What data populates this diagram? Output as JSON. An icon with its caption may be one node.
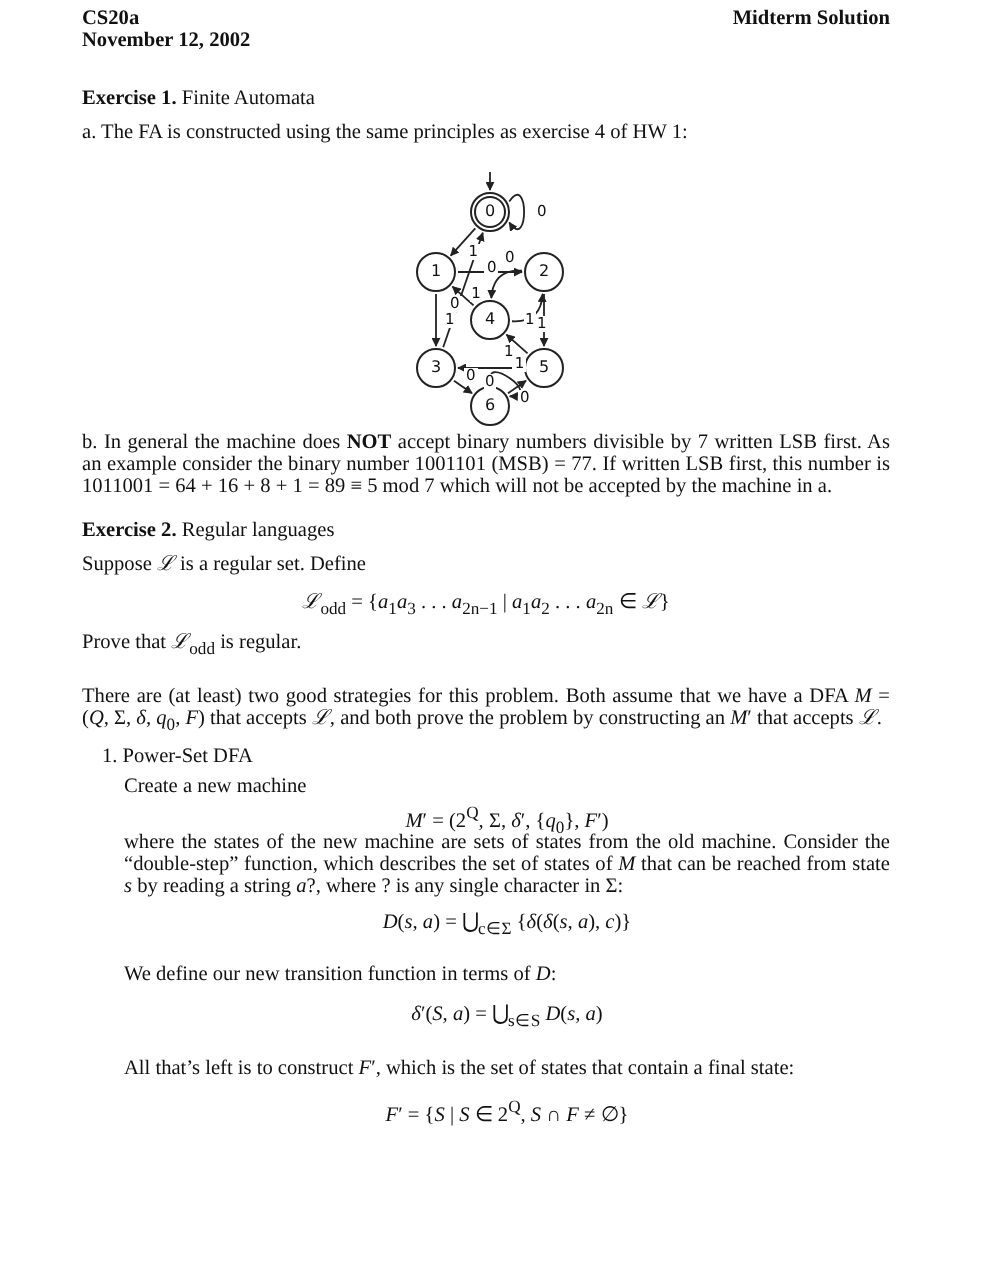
{
  "diagram": {
    "nodes": [
      {
        "text": [
          "0"
        ]
      },
      {
        "text": [
          "1"
        ]
      },
      {
        "text": [
          "2"
        ]
      },
      {
        "text": [
          "4"
        ]
      },
      {
        "text": [
          "3"
        ]
      },
      {
        "text": [
          "5"
        ]
      },
      {
        "text": [
          "6"
        ]
      }
    ],
    "edges": [
      {
        "from": null,
        "to": 0,
        "arrow": "to"
      },
      {
        "from": 0,
        "to": 0,
        "arrow": "to",
        "label": "0"
      },
      {
        "from": 0,
        "to": 1,
        "arrow": "to",
        "label": "1"
      },
      {
        "from": 1,
        "to": 2,
        "arrow": "to",
        "label": "0"
      },
      {
        "from": 1,
        "to": 4,
        "arrow": "to",
        "label": "1"
      },
      {
        "from": 2,
        "to": 3,
        "arrow": "to",
        "label": "0"
      },
      {
        "from": 2,
        "to": 5,
        "arrow": "to",
        "label": "1"
      },
      {
        "from": 4,
        "to": 6,
        "arrow": "to",
        "label": "0"
      },
      {
        "from": 4,
        "to": 0,
        "arrow": "to",
        "label": "1"
      },
      {
        "from": 3,
        "to": 1,
        "arrow": "to",
        "label": "0"
      },
      {
        "from": 3,
        "to": 2,
        "arrow": "to",
        "label": "1"
      },
      {
        "from": 5,
        "to": 4,
        "arrow": "to",
        "label": "0"
      },
      {
        "from": 5,
        "to": 3,
        "arrow": "to",
        "label": "1"
      },
      {
        "from": 6,
        "to": 5,
        "arrow": "to",
        "label": "0"
      },
      {
        "from": 6,
        "to": 6,
        "arrow": "to",
        "label": "1"
      }
    ],
    "labels": [
      "CS20a",
      "Midterm Solution",
      "November 12, 2002",
      "**Exercise 1.** Finite Automata",
      "a. The FA is constructed using the same principles as exercise 4 of HW 1:",
      "b. In general the machine does **NOT** accept binary numbers divisible by 7 written LSB first. As an example consider the binary number 1001101 (MSB) = 77. If written LSB first, this number is 1011001 = 64 + 16 + 8 + 1 = 89 ≡ 5 mod 7 which will not be accepted by the machine in a.",
      "**Exercise 2.** Regular languages",
      "Suppose *ℒ* is a regular set. Define",
      "*ℒ*$_{odd}$ = {*a*$_{1}$*a*$_{3}$ . . . *a*$_{2n−1}$ | *a*$_{1}$*a*$_{2}$ . . . *a*$_{2n}$ ∈ *ℒ*}",
      "Prove that *ℒ*$_{odd}$ is regular.",
      "There are (at least) two good strategies for this problem. Both assume that we have a DFA *M* = (*Q*, Σ, *δ*, *q*$_{0}$, *F*) that accepts *ℒ*, and both prove the problem by constructing an *M*′ that accepts *ℒ*.",
      "1. Power-Set DFA",
      "Create a new machine",
      "*M*′ = (2$^{Q}$, Σ, *δ*′, {*q*$_{0}$}, *F*′)",
      "where the states of the new machine are sets of states from the old machine. Consider the “double-step” function, which describes the set of states of *M* that can be reached from state *s* by reading a string *a*?, where ? is any single character in Σ:",
      "*D*(*s*, *a*) = ⋃$_{c∈Σ}$ {*δ*(*δ*(*s*, *a*), *c*)}",
      "We define our new transition function in terms of *D*:",
      "*δ*′(*S*, *a*) = ⋃$_{s∈S}$ *D*(*s*, *a*)",
      "All that’s left is to construct *F*′, which is the set of states that contain a final state:",
      "*F*′ = {*S* | *S* ∈ 2$^{Q}$, *S* ∩ *F* ≠ ∅}"
    ]
  }
}
